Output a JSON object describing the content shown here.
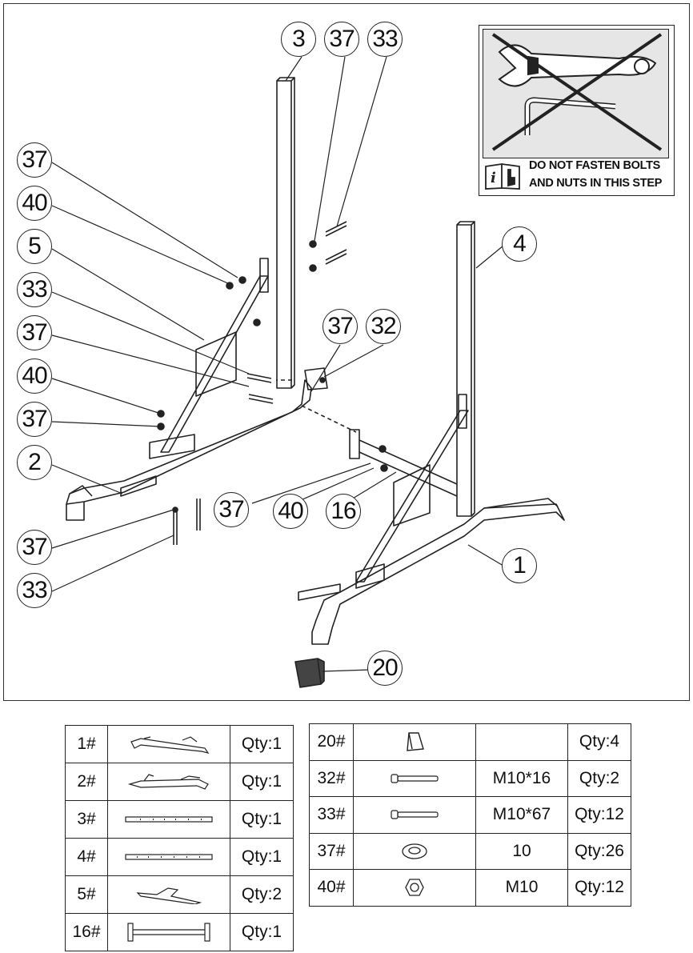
{
  "warning": {
    "line1": "DO NOT FASTEN BOLTS",
    "line2": "AND NUTS IN THIS STEP"
  },
  "callouts": [
    "3",
    "37",
    "33",
    "37",
    "40",
    "5",
    "33",
    "37",
    "40",
    "37",
    "2",
    "37",
    "33",
    "4",
    "37",
    "32",
    "37",
    "40",
    "16",
    "1",
    "20"
  ],
  "parts_left": [
    {
      "num": "1#",
      "qty": "Qty:1"
    },
    {
      "num": "2#",
      "qty": "Qty:1"
    },
    {
      "num": "3#",
      "qty": "Qty:1"
    },
    {
      "num": "4#",
      "qty": "Qty:1"
    },
    {
      "num": "5#",
      "qty": "Qty:2"
    },
    {
      "num": "16#",
      "qty": "Qty:1"
    }
  ],
  "parts_right": [
    {
      "num": "20#",
      "spec": "",
      "qty": "Qty:4"
    },
    {
      "num": "32#",
      "spec": "M10*16",
      "qty": "Qty:2"
    },
    {
      "num": "33#",
      "spec": "M10*67",
      "qty": "Qty:12"
    },
    {
      "num": "37#",
      "spec": "10",
      "qty": "Qty:26"
    },
    {
      "num": "40#",
      "spec": "M10",
      "qty": "Qty:12"
    }
  ],
  "icons": {
    "warning_picture": "crossed-out-wrench-and-allen-key-icon",
    "info": "info-manual-icon"
  }
}
